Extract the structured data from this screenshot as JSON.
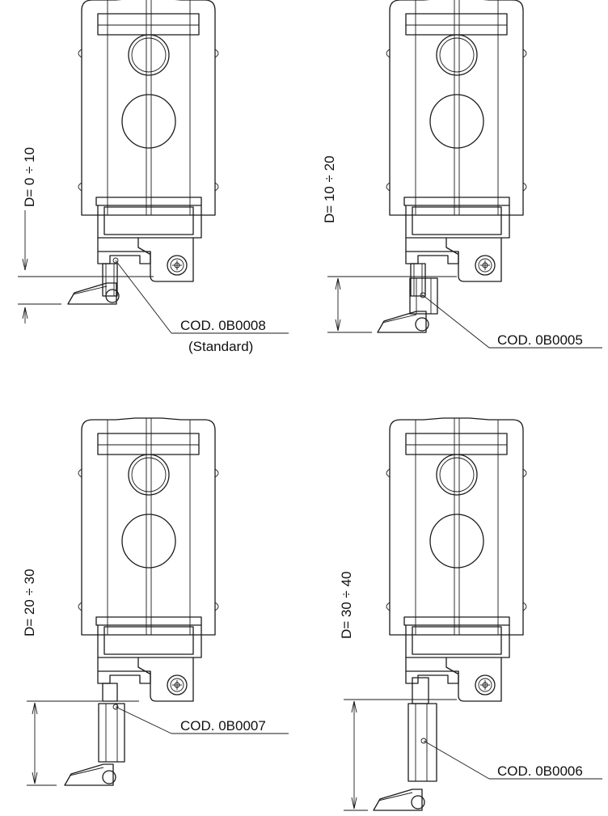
{
  "variants": [
    {
      "dimension": "D= 0 ÷ 10",
      "code": "COD. 0B0008",
      "note": "(Standard)"
    },
    {
      "dimension": "D= 10 ÷ 20",
      "code": "COD. 0B0005"
    },
    {
      "dimension": "D= 20 ÷ 30",
      "code": "COD. 0B0007"
    },
    {
      "dimension": "D= 30 ÷ 40",
      "code": "COD. 0B0006"
    }
  ]
}
